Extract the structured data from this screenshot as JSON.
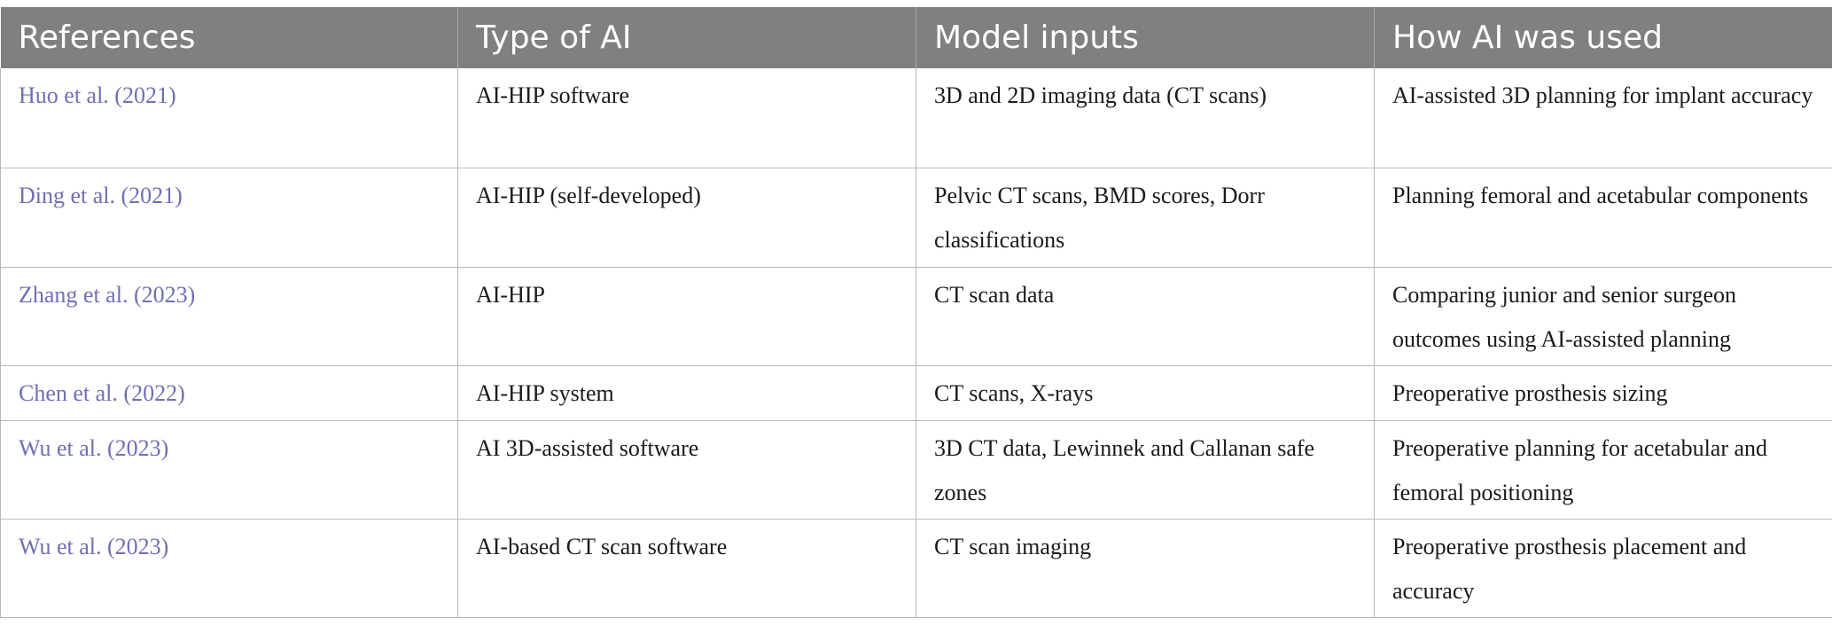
{
  "table": {
    "headers": [
      "References",
      "Type of AI",
      "Model inputs",
      "How AI was used"
    ],
    "rows": [
      [
        "Huo et al. (2021)",
        "AI-HIP software",
        "3D and 2D imaging data (CT scans)",
        "AI-assisted 3D planning for implant accuracy"
      ],
      [
        "Ding et al. (2021)",
        "AI-HIP (self-developed)",
        "Pelvic CT scans, BMD scores, Dorr classifications",
        "Planning femoral and acetabular components"
      ],
      [
        "Zhang et al. (2023)",
        "AI-HIP",
        "CT scan data",
        "Comparing junior and senior surgeon outcomes using AI-assisted planning"
      ],
      [
        "Chen et al. (2022)",
        "AI-HIP system",
        "CT scans, X-rays",
        "Preoperative prosthesis sizing"
      ],
      [
        "Wu et al. (2023)",
        "AI 3D-assisted software",
        "3D CT data, Lewinnek and Callanan safe zones",
        "Preoperative planning for acetabular and femoral positioning"
      ],
      [
        "Wu et al. (2023)",
        "AI-based CT scan software",
        "CT scan imaging",
        "Preoperative prosthesis placement and accuracy"
      ]
    ]
  },
  "colors": {
    "header_bg": "#808080",
    "header_text": "#ffffff",
    "link": "#6f6fb5",
    "grid": "#b8b8b8"
  }
}
